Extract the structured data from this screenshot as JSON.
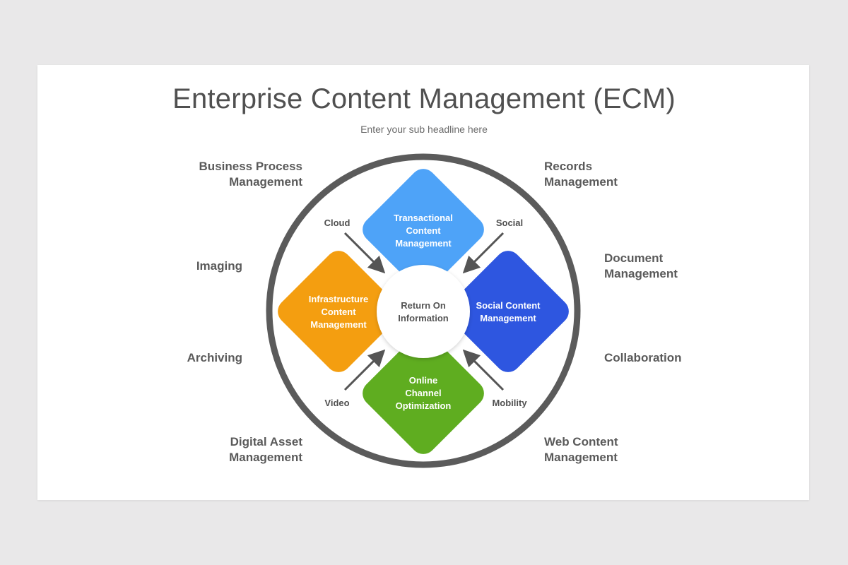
{
  "title": "Enterprise Content Management (ECM)",
  "subtitle": "Enter your sub headline here",
  "center": "Return On\nInformation",
  "segments": {
    "top": {
      "label": "Transactional\nContent\nManagement",
      "color": "#4ea3f8"
    },
    "right": {
      "label": "Social Content\nManagement",
      "color": "#2e56e0"
    },
    "bottom": {
      "label": "Online\nChannel\nOptimization",
      "color": "#5fad20"
    },
    "left": {
      "label": "Infrastructure\nContent\nManagement",
      "color": "#f49e10"
    }
  },
  "arrows": {
    "cloud": "Cloud",
    "social": "Social",
    "video": "Video",
    "mobility": "Mobility"
  },
  "outer_labels": {
    "business_process": "Business Process\nManagement",
    "imaging": "Imaging",
    "archiving": "Archiving",
    "digital_asset": "Digital Asset\nManagement",
    "records": "Records\nManagement",
    "document": "Document\nManagement",
    "collaboration": "Collaboration",
    "web_content": "Web Content\nManagement"
  },
  "colors": {
    "ring": "#5b5b5b",
    "arrow": "#555555"
  }
}
